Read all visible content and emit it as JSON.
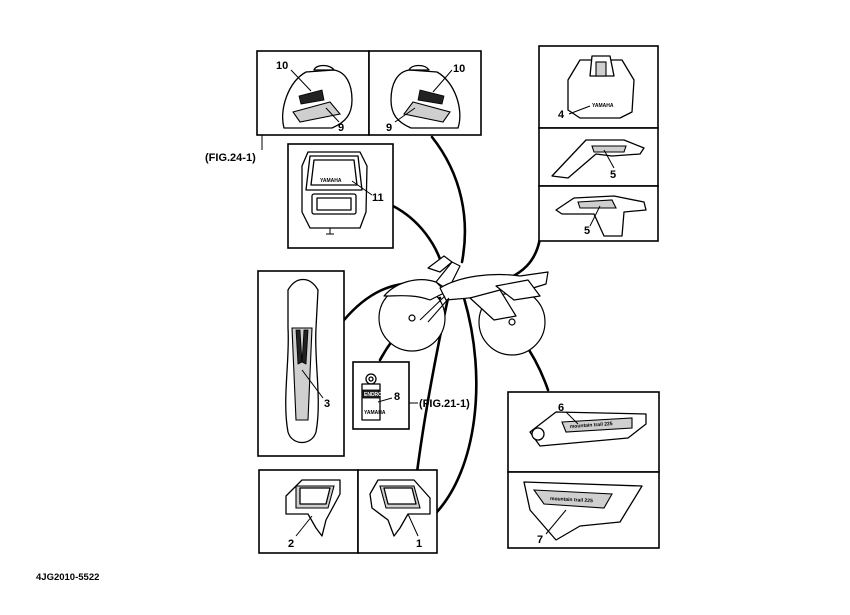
{
  "labels": {
    "p1": "1",
    "p2": "2",
    "p3": "3",
    "p4": "4",
    "p5a": "5",
    "p5b": "5",
    "p6": "6",
    "p7": "7",
    "p8": "8",
    "p9a": "9",
    "p9b": "9",
    "p10a": "10",
    "p10b": "10",
    "p11": "11"
  },
  "references": {
    "fig24": "(FIG.24-1)",
    "fig21": "(FIG.21-1)"
  },
  "diagram_code": "4JG2010-5522",
  "decals": {
    "yamaha_cowl": "YAMAHA",
    "yamaha_fender": "YAMAHA",
    "yamaha_shock": "YAMAHA",
    "shock_tag": "ENDRO",
    "side_text": "mountain trail 225"
  }
}
